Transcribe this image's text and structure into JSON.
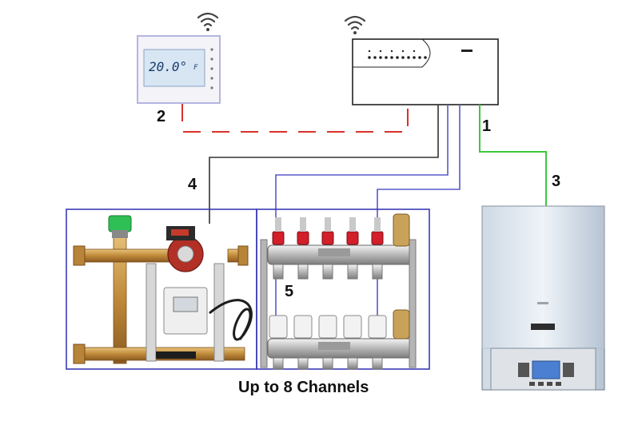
{
  "labels": {
    "controller": "1",
    "thermostat": "2",
    "boiler": "3",
    "pump_station": "4",
    "manifold": "5"
  },
  "thermostat_display": {
    "temperature": "20.0°",
    "unit": "F"
  },
  "caption": "Up to 8 Channels",
  "colors": {
    "wireless_link": "#d9302c",
    "boiler_wire": "#3cc83c",
    "actuator_wire": "#5a5ac8",
    "pump_wire": "#333333",
    "group_frame": "#3b3bb5"
  },
  "icons": [
    "wifi-icon",
    "thermostat-icon",
    "controller-icon",
    "boiler-icon",
    "pump-icon",
    "manifold-icon",
    "actuator-icon"
  ]
}
